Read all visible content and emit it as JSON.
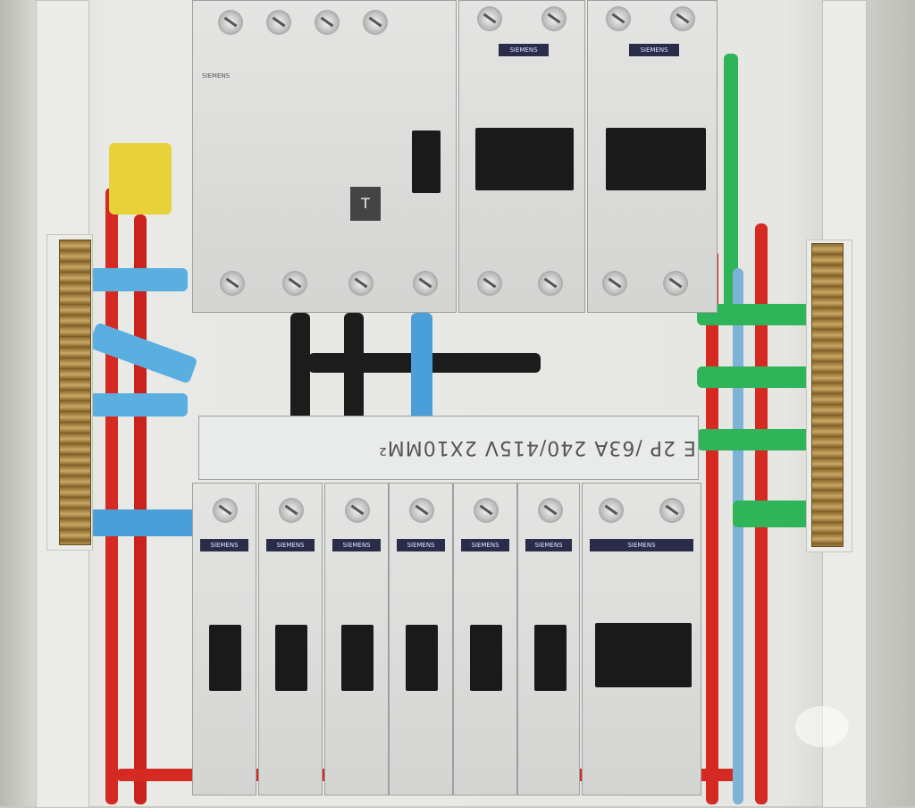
{
  "scene": {
    "brand_label": "SIEMENS",
    "busbar_marking": "E 2P /63A 240/415V 2X10MM²",
    "test_button_label": "T",
    "colors": {
      "wall": "#e6e6e2",
      "module": "#d9dad8",
      "toggle": "#1a1a1a",
      "wire_red": "#d42a22",
      "wire_blue": "#4a9fd8",
      "wire_green": "#2fb45a",
      "wire_yellow": "#e8d23a",
      "terminal_bar": "#b08a45"
    }
  }
}
